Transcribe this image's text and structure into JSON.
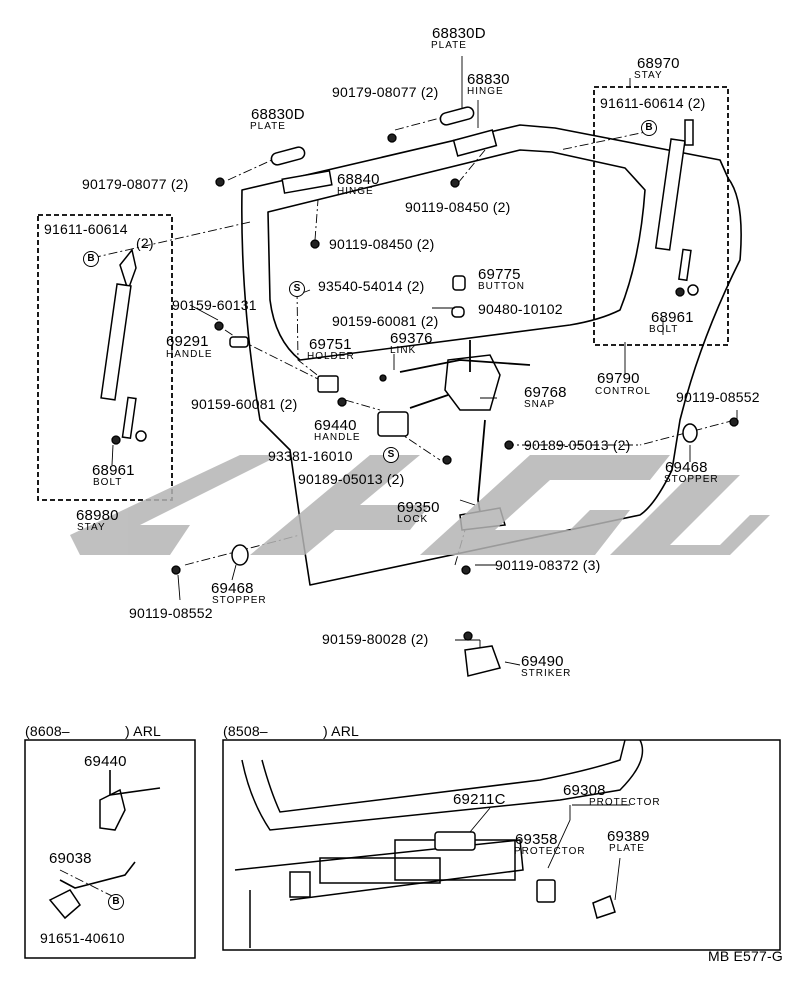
{
  "diagram": {
    "parts": {
      "p68830D_top": {
        "num": "68830D",
        "name": "PLATE"
      },
      "p68830": {
        "num": "68830",
        "name": "HINGE"
      },
      "p68970": {
        "num": "68970",
        "name": "STAY"
      },
      "p90179_08077_a": "90179-08077 (2)",
      "p68830D_left": {
        "num": "68830D",
        "name": "PLATE"
      },
      "p91611_60614_right": "91611-60614 (2)",
      "p90179_08077_b": "90179-08077 (2)",
      "p68840": {
        "num": "68840",
        "name": "HINGE"
      },
      "p90119_08450_a": "90119-08450 (2)",
      "p91611_60614_left": "91611-60614",
      "p91611_60614_left_qty": "(2)",
      "p90119_08450_b": "90119-08450 (2)",
      "p69775": {
        "num": "69775",
        "name": "BUTTON"
      },
      "p93540_54014": "93540-54014 (2)",
      "p90159_60131": "90159-60131",
      "p90480_10102": "90480-10102",
      "p68961_right": {
        "num": "68961",
        "name": "BOLT"
      },
      "p90159_60081_a": "90159-60081 (2)",
      "p69291": {
        "num": "69291",
        "name": "HANDLE"
      },
      "p69751": {
        "num": "69751",
        "name": "HOLDER"
      },
      "p69376": {
        "num": "69376",
        "name": "LINK"
      },
      "p69790": {
        "num": "69790",
        "name": "CONTROL"
      },
      "p69768": {
        "num": "69768",
        "name": "SNAP"
      },
      "p90119_08552_right": "90119-08552",
      "p90159_60081_b": "90159-60081 (2)",
      "p69440": {
        "num": "69440",
        "name": "HANDLE"
      },
      "p90189_05013_a": "90189-05013 (2)",
      "p69468_right": {
        "num": "69468",
        "name": "STOPPER"
      },
      "p68961_left": {
        "num": "68961",
        "name": "BOLT"
      },
      "p93381_16010": "93381-16010",
      "p90189_05013_b": "90189-05013 (2)",
      "p68980": {
        "num": "68980",
        "name": "STAY"
      },
      "p69350": {
        "num": "69350",
        "name": "LOCK"
      },
      "p90119_08372": "90119-08372 (3)",
      "p69468_left": {
        "num": "69468",
        "name": "STOPPER"
      },
      "p90119_08552_left": "90119-08552",
      "p90159_80028": "90159-80028 (2)",
      "p69490": {
        "num": "69490",
        "name": "STRIKER"
      }
    },
    "symbols": {
      "B": "B",
      "S": "S"
    },
    "inset_left": {
      "title_a": "(8608–",
      "title_b": ") ARL",
      "p69440": "69440",
      "p69038": "69038",
      "p91651_40610": "91651-40610"
    },
    "inset_right": {
      "title_a": "(8508–",
      "title_b": ") ARL",
      "p69211C": "69211C",
      "p69308": {
        "num": "69308",
        "name": "PROTECTOR"
      },
      "p69358": {
        "num": "69358",
        "name": "PROTECTOR"
      },
      "p69389": {
        "num": "69389",
        "name": "PLATE"
      }
    },
    "figure_code": "MB E577-G",
    "colors": {
      "ink": "#000000",
      "watermark": "#b5b5b5"
    }
  }
}
